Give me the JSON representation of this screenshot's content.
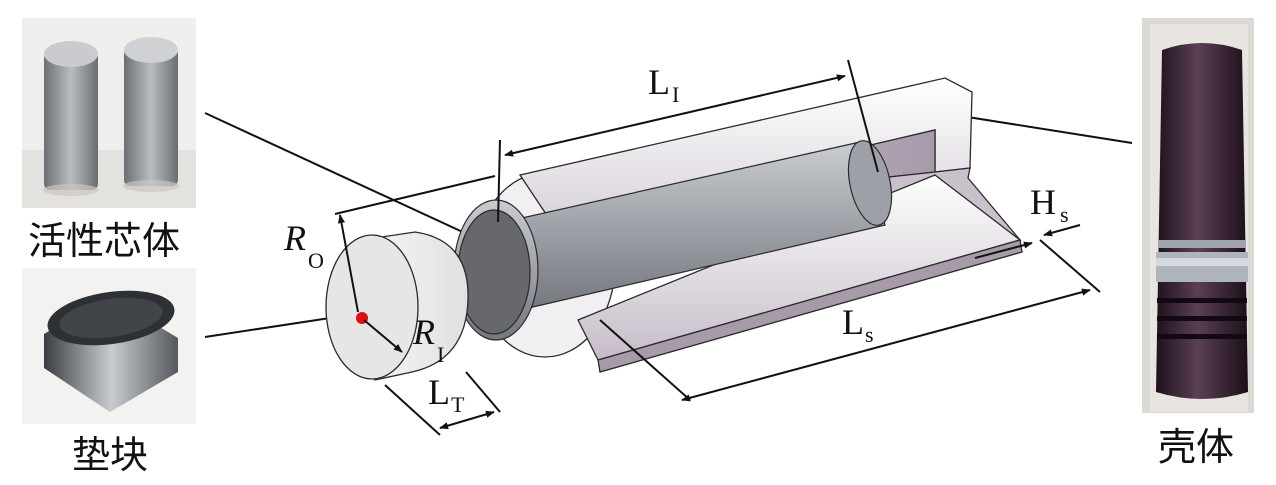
{
  "photos": {
    "core": {
      "caption": "活性芯体"
    },
    "pad": {
      "caption": "垫块"
    },
    "shell": {
      "caption": "壳体"
    }
  },
  "labels": {
    "L_I": {
      "main": "L",
      "sub": "I"
    },
    "L_s": {
      "main": "L",
      "sub": "s"
    },
    "H_s": {
      "main": "H",
      "sub": "s"
    },
    "R_O": {
      "main": "R",
      "sub": "O"
    },
    "R_I": {
      "main": "R",
      "sub": "I"
    },
    "L_T": {
      "main": "L",
      "sub": "T"
    }
  },
  "colors": {
    "line": "#111111",
    "shell_face": "#ece9ee",
    "shell_shadow": "#b6abb9",
    "core": "#9fa2a8",
    "core_end": "#5f6166",
    "center_dot": "#e01010",
    "shell_photo": "#3a2636"
  }
}
